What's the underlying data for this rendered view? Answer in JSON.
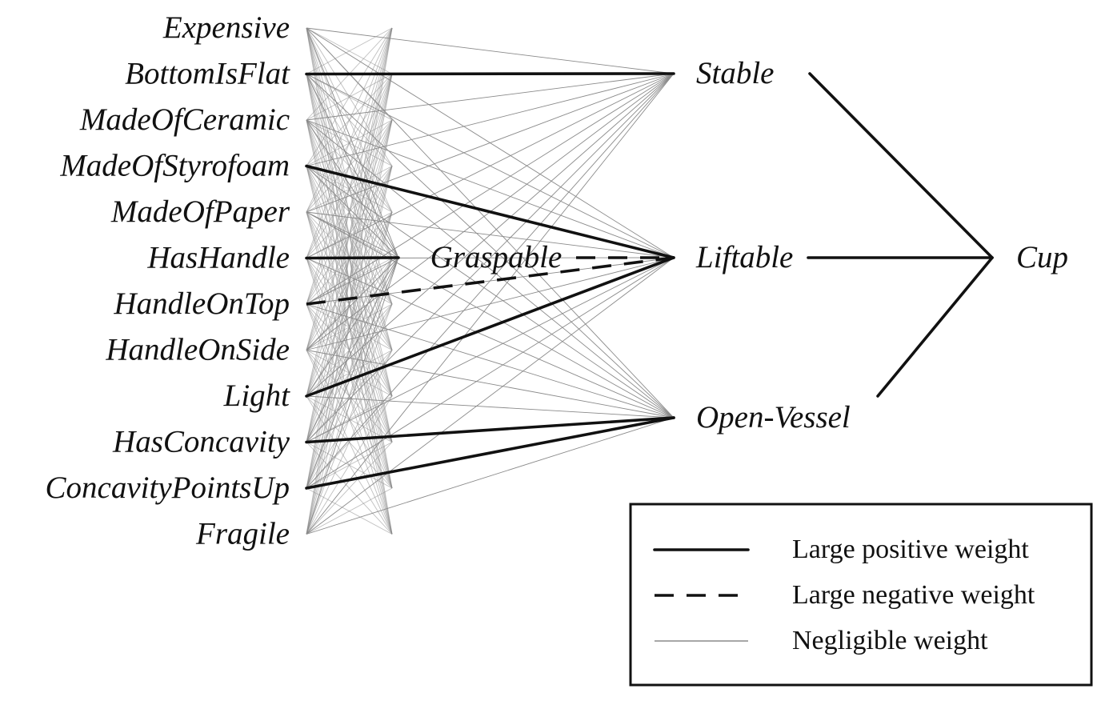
{
  "inputs": [
    {
      "id": "expensive",
      "label": "Expensive"
    },
    {
      "id": "bottom-is-flat",
      "label": "BottomIsFlat"
    },
    {
      "id": "made-of-ceramic",
      "label": "MadeOfCeramic"
    },
    {
      "id": "made-of-styrofoam",
      "label": "MadeOfStyrofoam"
    },
    {
      "id": "made-of-paper",
      "label": "MadeOfPaper"
    },
    {
      "id": "has-handle",
      "label": "HasHandle"
    },
    {
      "id": "handle-on-top",
      "label": "HandleOnTop"
    },
    {
      "id": "handle-on-side",
      "label": "HandleOnSide"
    },
    {
      "id": "light",
      "label": "Light"
    },
    {
      "id": "has-concavity",
      "label": "HasConcavity"
    },
    {
      "id": "concavity-points-up",
      "label": "ConcavityPointsUp"
    },
    {
      "id": "fragile",
      "label": "Fragile"
    }
  ],
  "intermediate": {
    "id": "graspable",
    "label": "Graspable"
  },
  "hidden": [
    {
      "id": "stable",
      "label": "Stable"
    },
    {
      "id": "liftable",
      "label": "Liftable"
    },
    {
      "id": "open-vessel",
      "label": "Open-Vessel"
    }
  ],
  "output": {
    "id": "cup",
    "label": "Cup"
  },
  "edges": [
    {
      "from": "bottom-is-flat",
      "to": "stable",
      "weight": "positive"
    },
    {
      "from": "made-of-styrofoam",
      "to": "liftable",
      "weight": "positive"
    },
    {
      "from": "light",
      "to": "liftable",
      "weight": "positive"
    },
    {
      "from": "has-handle",
      "to": "graspable",
      "weight": "positive"
    },
    {
      "from": "handle-on-top",
      "to": "liftable",
      "weight": "negative"
    },
    {
      "from": "graspable",
      "to": "liftable",
      "weight": "negative"
    },
    {
      "from": "has-concavity",
      "to": "open-vessel",
      "weight": "positive"
    },
    {
      "from": "concavity-points-up",
      "to": "open-vessel",
      "weight": "positive"
    },
    {
      "from": "stable",
      "to": "cup",
      "weight": "positive"
    },
    {
      "from": "liftable",
      "to": "cup",
      "weight": "positive"
    },
    {
      "from": "open-vessel",
      "to": "cup",
      "weight": "positive"
    }
  ],
  "legend": {
    "positive": "Large positive weight",
    "negative": "Large negative weight",
    "negligible": "Negligible weight"
  }
}
